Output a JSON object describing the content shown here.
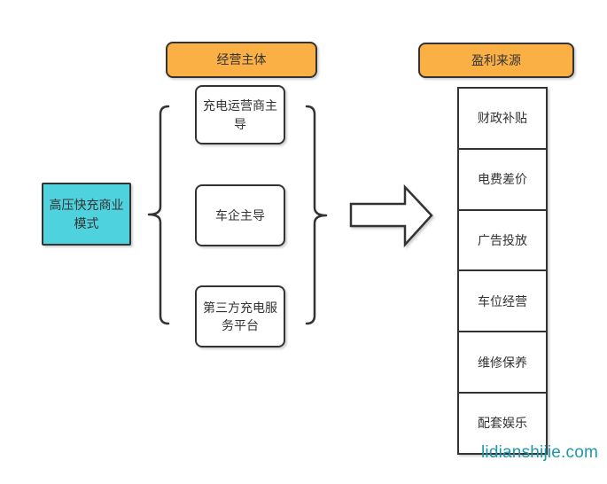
{
  "diagram": {
    "title_node": {
      "label": "高压快充商业\n模式",
      "label_flat": "高压快充商业模式"
    },
    "operators_header": {
      "label": "经营主体"
    },
    "operators": [
      {
        "label": "充电运营商主导"
      },
      {
        "label": "车企主导"
      },
      {
        "label": "第三方充电服务平台"
      }
    ],
    "profits_header": {
      "label": "盈利来源"
    },
    "profit_sources": [
      "财政补贴",
      "电费差价",
      "广告投放",
      "车位经营",
      "维修保养",
      "配套娱乐"
    ],
    "watermark": "lidianshijie.com",
    "colors": {
      "accent_orange": "#FBB045",
      "accent_cyan": "#4ED2DE",
      "stroke": "#333333",
      "watermark_teal": "#2097A7",
      "background": "#FFFFFF"
    }
  }
}
